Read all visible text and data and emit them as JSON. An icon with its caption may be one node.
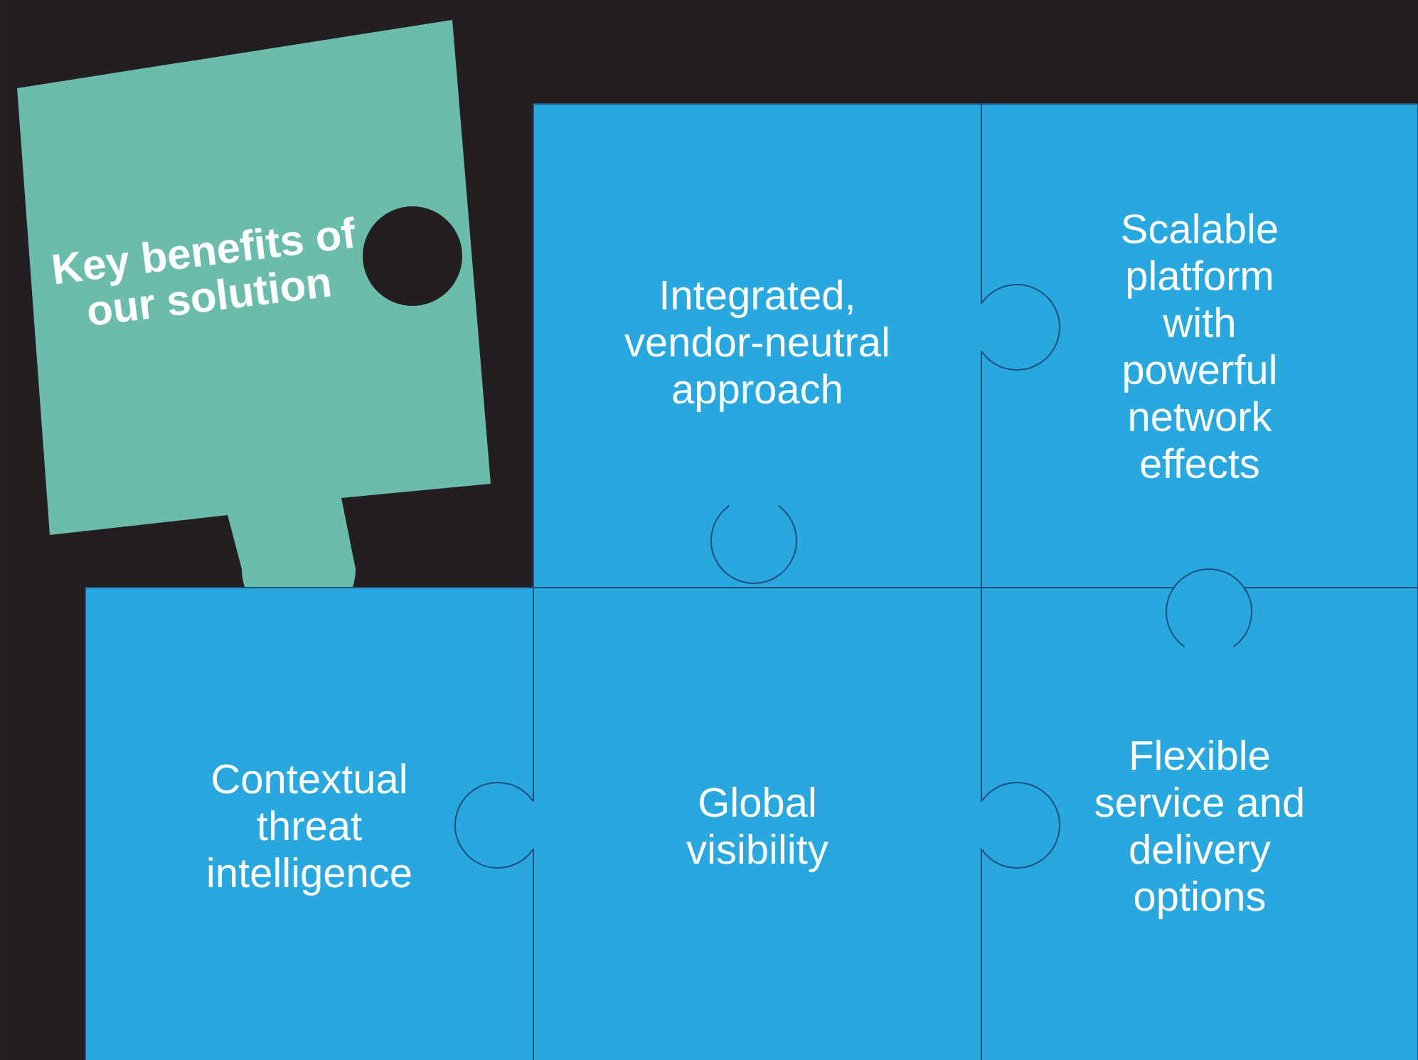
{
  "diagram": {
    "nodes": [
      {
        "text": [
          "Key benefits of our solution"
        ]
      },
      {
        "text": [
          "Integrated, vendor-neutral approach"
        ]
      },
      {
        "text": [
          "Scalable platform with powerful network effects"
        ]
      },
      {
        "text": [
          "Contextual threat intelligence"
        ]
      },
      {
        "text": [
          "Global visibility"
        ]
      },
      {
        "text": [
          "Flexible service and delivery options"
        ]
      }
    ]
  }
}
